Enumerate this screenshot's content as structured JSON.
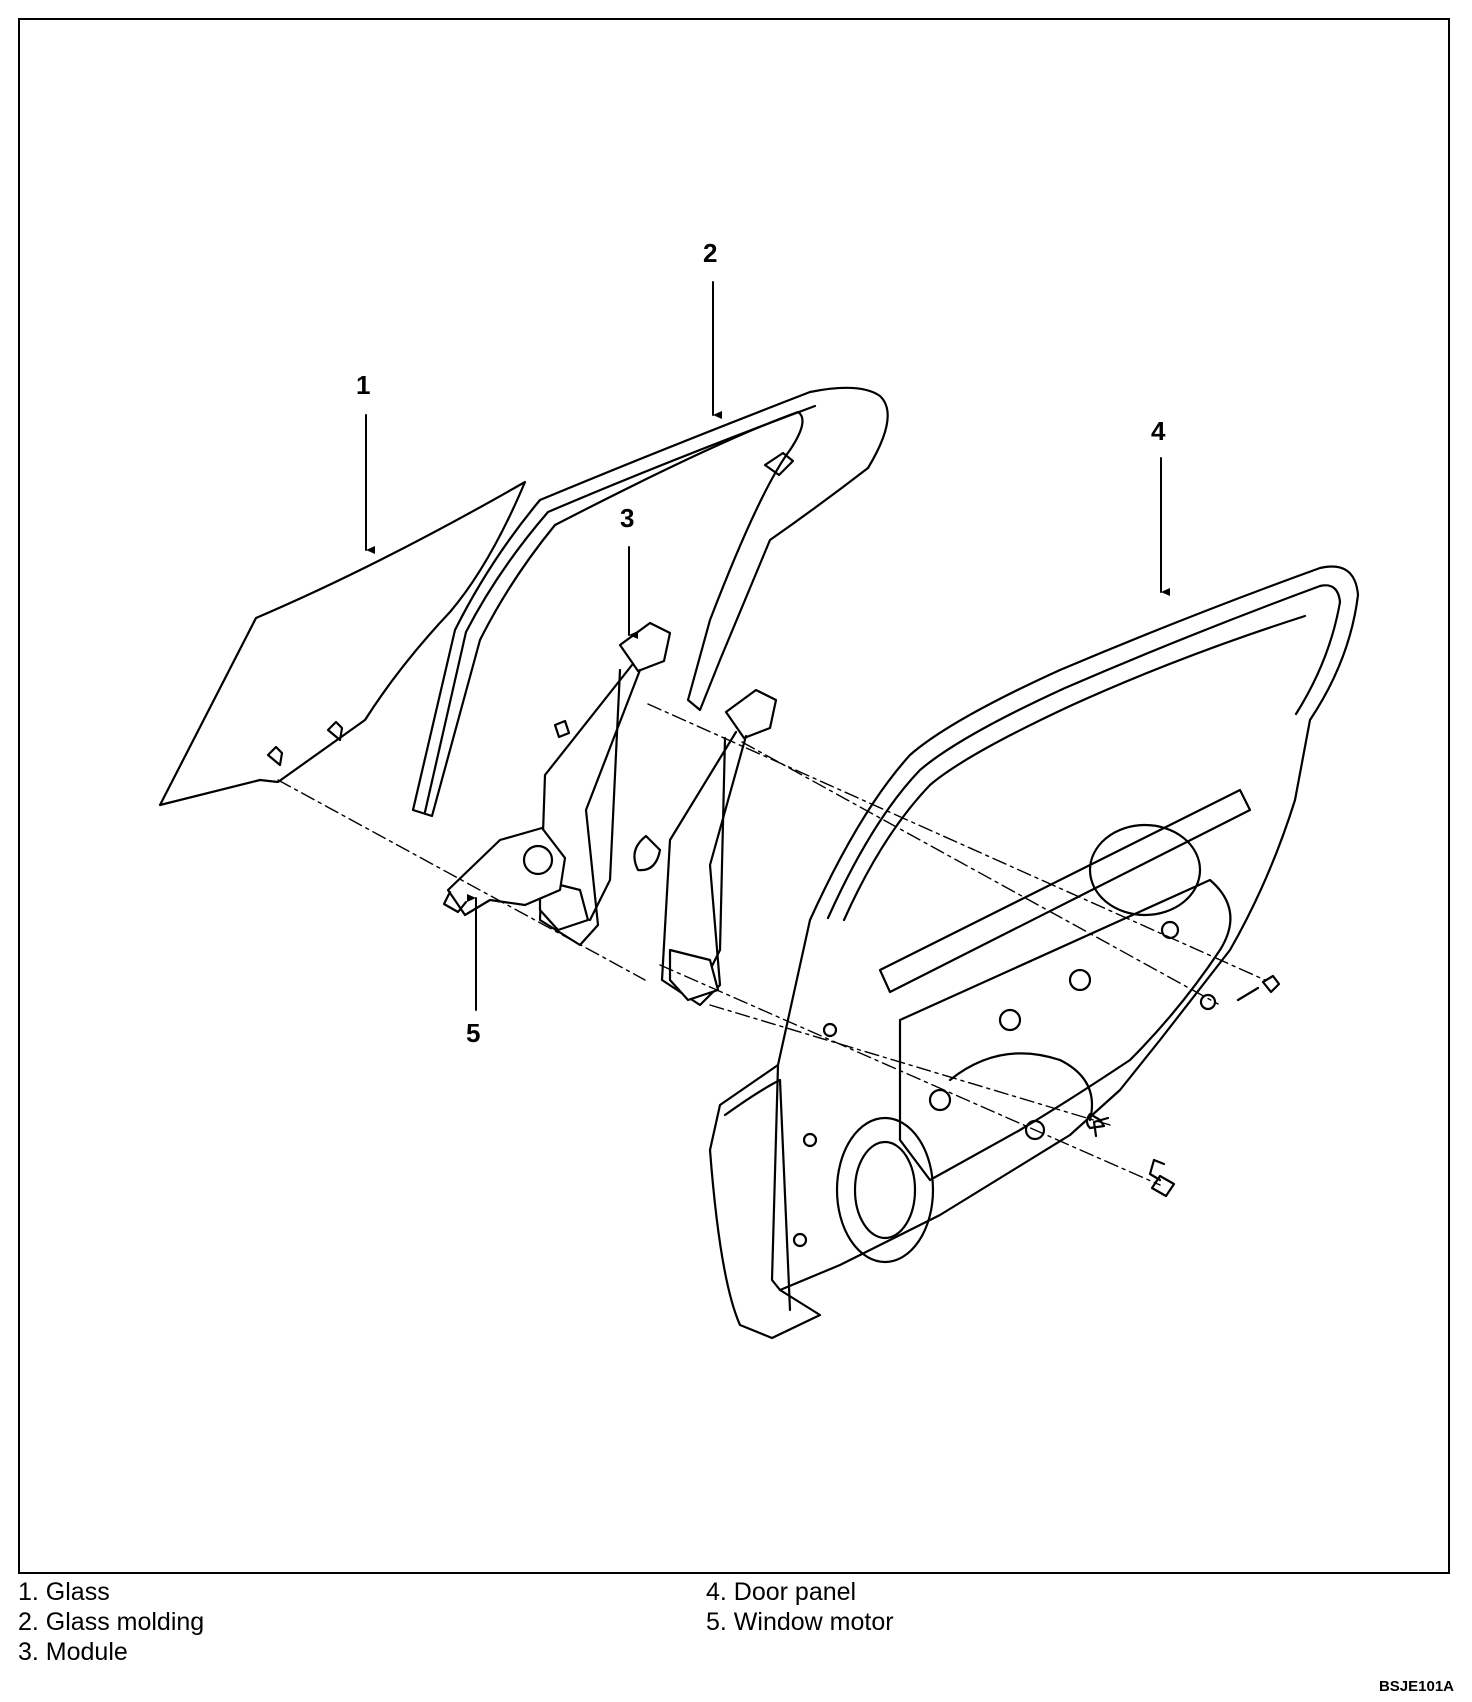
{
  "diagram": {
    "callouts": {
      "c1": "1",
      "c2": "2",
      "c3": "3",
      "c4": "4",
      "c5": "5"
    },
    "legend": {
      "left": [
        "1. Glass",
        "2. Glass molding",
        "3. Module"
      ],
      "right": [
        "4. Door panel",
        "5. Window motor"
      ]
    },
    "figure_code": "BSJE101A"
  }
}
